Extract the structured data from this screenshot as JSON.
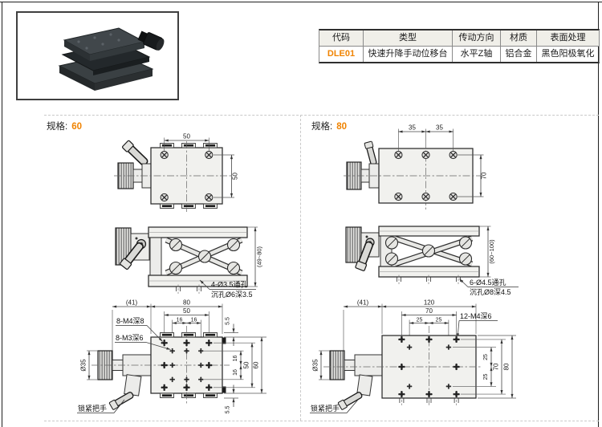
{
  "colors": {
    "accent": "#f08300"
  },
  "table": {
    "headers": [
      "代码",
      "类型",
      "传动方向",
      "材质",
      "表面处理"
    ],
    "rows": [
      [
        "DLE01",
        "快速升降手动位移台",
        "水平Z轴",
        "铝合金",
        "黑色阳极氧化"
      ]
    ]
  },
  "specs": [
    {
      "label": "规格:",
      "size": "60",
      "top": {
        "w1": "50",
        "h": "50"
      },
      "side": {
        "h": "(49~80)",
        "c1": "4-Ø3.5通孔",
        "c2": "沉孔Ø6深3.5"
      },
      "bottom": {
        "off": "(41)",
        "total_w": "80",
        "mid_w": "50",
        "in_w1": "16",
        "in_w2": "16",
        "edge_t": "5.5",
        "edge_b": "5.5",
        "in_h1": "16",
        "in_h2": "16",
        "mid_h": "50",
        "total_h": "60",
        "knob": "Ø35",
        "co1": "8-M4深8",
        "co2": "8-M3深6",
        "handle": "锁紧把手"
      }
    },
    {
      "label": "规格:",
      "size": "80",
      "top": {
        "w1": "35",
        "w2": "35",
        "h": "70"
      },
      "side": {
        "h": "(60~100)",
        "c1": "6-Ø4.5通孔",
        "c2": "沉孔Ø8深4.5"
      },
      "bottom": {
        "off": "(41)",
        "total_w": "120",
        "mid_w": "70",
        "in_w1": "25",
        "in_w2": "25",
        "in_h1": "25",
        "in_h2": "25",
        "mid_h": "70",
        "total_h": "80",
        "knob": "Ø35",
        "co1": "12-M4深6",
        "handle": "锁紧把手"
      }
    }
  ]
}
